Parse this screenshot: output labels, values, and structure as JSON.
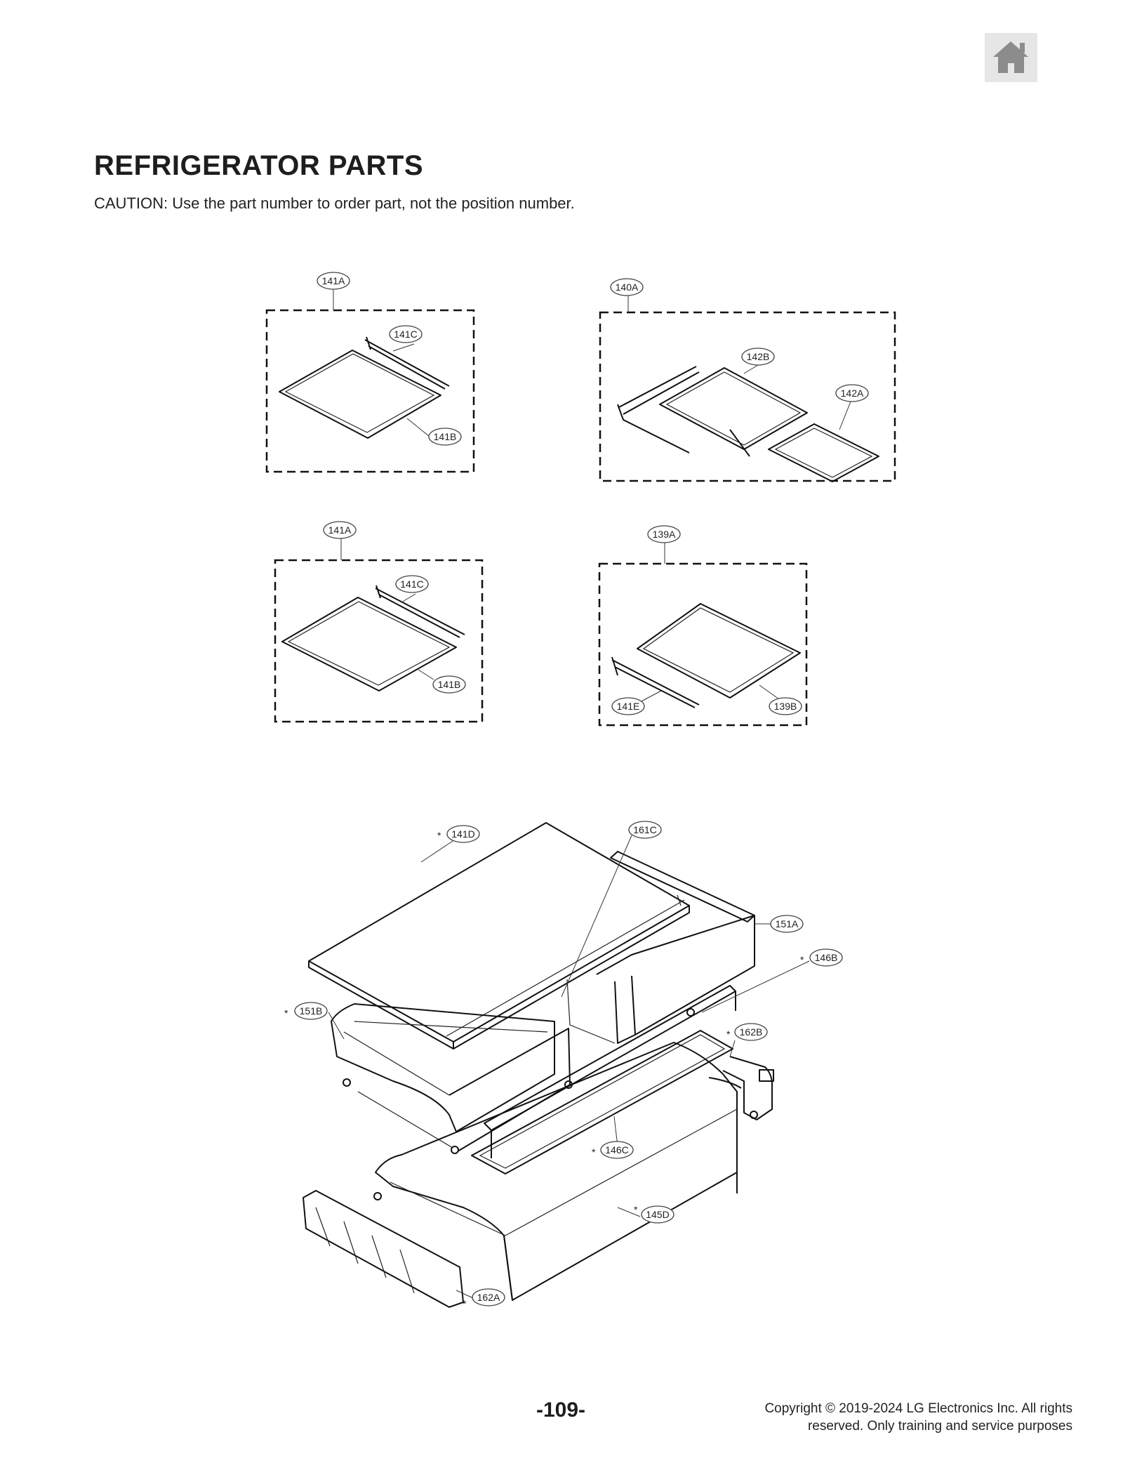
{
  "header": {
    "title": "REFRIGERATOR PARTS",
    "caution": "CAUTION: Use the part number to order part, not the position number.",
    "home_icon": "home-icon"
  },
  "callouts": {
    "g1_141A": "141A",
    "g1_141C": "141C",
    "g1_141B": "141B",
    "g2_140A": "140A",
    "g2_142B": "142B",
    "g2_142A": "142A",
    "g3_141A": "141A",
    "g3_141C": "141C",
    "g3_141B": "141B",
    "g4_139A": "139A",
    "g4_141E": "141E",
    "g4_139B": "139B",
    "d_141D": "141D",
    "d_161C": "161C",
    "d_151A": "151A",
    "d_146B": "146B",
    "d_151B": "151B",
    "d_162B": "162B",
    "d_146C": "146C",
    "d_145D": "145D",
    "d_162A": "162A"
  },
  "marks": {
    "asterisk": "*"
  },
  "footer": {
    "page_number": "-109-",
    "copyright_line1": "Copyright © 2019-2024 LG Electronics Inc.  All  rights",
    "copyright_line2": "reserved. Only training and service purposes"
  }
}
